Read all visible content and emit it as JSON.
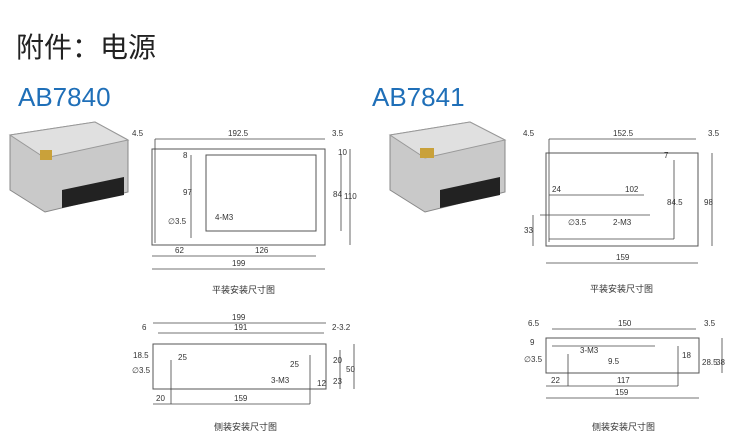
{
  "page_title": "附件：电源",
  "products": [
    {
      "model": "AB7840",
      "top_view": {
        "caption": "平装安装尺寸图",
        "dims": [
          "4.5",
          "192.5",
          "3.5",
          "8",
          "10",
          "97",
          "84",
          "110",
          "∅3.5",
          "4-M3",
          "62",
          "126",
          "199"
        ]
      },
      "side_view": {
        "caption": "侧装安装尺寸图",
        "dims": [
          "199",
          "6",
          "191",
          "2-3.2",
          "18.5",
          "25",
          "∅3.5",
          "25",
          "20",
          "50",
          "3-M3",
          "23",
          "12",
          "20",
          "159"
        ]
      }
    },
    {
      "model": "AB7841",
      "top_view": {
        "caption": "平装安装尺寸图",
        "dims": [
          "4.5",
          "152.5",
          "3.5",
          "7",
          "24",
          "102",
          "84.5",
          "98",
          "∅3.5",
          "2-M3",
          "33",
          "159"
        ]
      },
      "side_view": {
        "caption": "侧装安装尺寸图",
        "dims": [
          "6.5",
          "150",
          "3.5",
          "9",
          "∅3.5",
          "3-M3",
          "9.5",
          "18",
          "28.5",
          "38",
          "22",
          "117",
          "159"
        ]
      }
    }
  ]
}
